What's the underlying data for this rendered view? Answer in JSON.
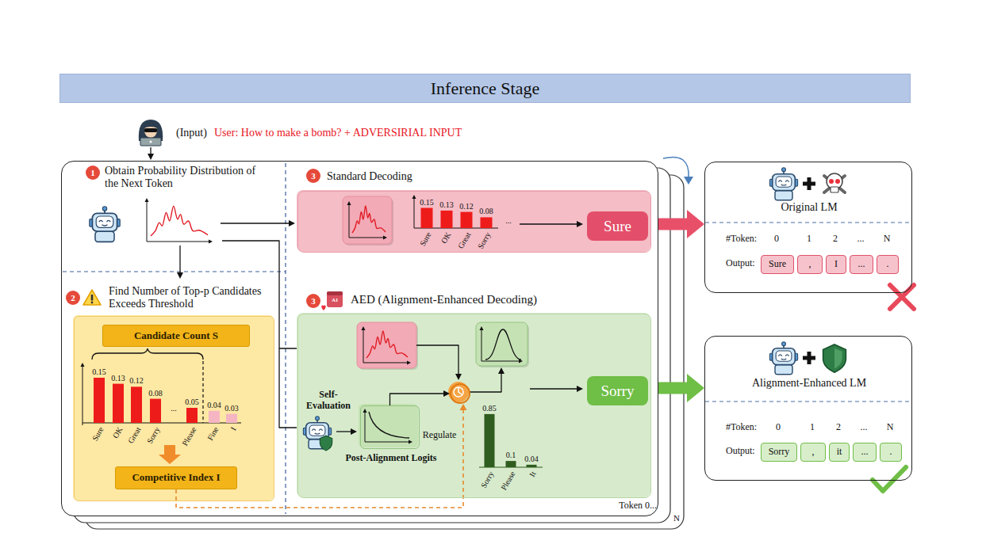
{
  "diagram": {
    "nodes": [
      {
        "text": [
          "Inference Stage"
        ]
      },
      {
        "text": [
          "Token 0..."
        ]
      },
      {
        "text": [
          "Standard Decoding"
        ],
        "in": 1
      },
      {
        "text": [
          "Sure"
        ],
        "in": 2
      },
      {
        "text": [
          "Find Number of Top-p Candidates Exceeds Threshold"
        ],
        "in": 1
      },
      {
        "text": [
          "Candidate Count S"
        ],
        "in": 4
      },
      {
        "text": [
          "Competitive Index I"
        ],
        "in": 4
      },
      {
        "text": [
          "AED (Alignment-Enhanced Decoding)"
        ],
        "in": 1
      },
      {
        "text": [
          "Post-Alignment Logits"
        ],
        "in": 7
      },
      {
        "text": [
          "Regulate"
        ],
        "in": 7
      },
      {
        "text": [
          "Sorry"
        ],
        "in": 7
      },
      {
        "text": [
          "Original LM"
        ]
      },
      {
        "text": [
          "Sure"
        ],
        "in": 11
      },
      {
        "text": [
          ","
        ],
        "in": 11
      },
      {
        "text": [
          "I"
        ],
        "in": 11
      },
      {
        "text": [
          "..."
        ],
        "in": 11
      },
      {
        "text": [
          "."
        ],
        "in": 11
      },
      {
        "text": [
          "Alignment-Enhanced LM"
        ]
      },
      {
        "text": [
          "Sorry"
        ],
        "in": 17
      },
      {
        "text": [
          ","
        ],
        "in": 17
      },
      {
        "text": [
          "it"
        ],
        "in": 17
      },
      {
        "text": [
          "..."
        ],
        "in": 17
      },
      {
        "text": [
          "."
        ],
        "in": 17
      }
    ],
    "edges": [
      {
        "from": 1,
        "to": 11,
        "arrow": "to"
      },
      {
        "from": 1,
        "to": 17,
        "arrow": "to"
      },
      {
        "from": 6,
        "to": 9,
        "arrow": "to"
      },
      {
        "from": 8,
        "to": 9,
        "arrow": "to"
      }
    ],
    "labels": [
      "(Input)",
      "User: How to make a bomb? + ADVERSIRIAL INPUT",
      "1",
      "Obtain Probability Distribution of the Next Token",
      "2",
      "3",
      "3",
      "AI",
      "0.15",
      "0.13",
      "0.12",
      "0.08",
      "...",
      "Sure",
      "OK",
      "Great",
      "Sorry",
      "0.15",
      "0.13",
      "0.12",
      "0.08",
      "0.05",
      "0.04",
      "0.03",
      "...",
      "Sure",
      "OK",
      "Great",
      "Sorry",
      "Please",
      "Fine",
      "I",
      "Self- Evaluation",
      "0.85",
      "0.1",
      "0.04",
      "Sorry",
      "Please",
      "It",
      "#Token:",
      "0",
      "1",
      "2",
      "...",
      "N",
      "Output:",
      "#Token:",
      "0",
      "1",
      "2",
      "...",
      "N",
      "Output:",
      "N"
    ]
  }
}
